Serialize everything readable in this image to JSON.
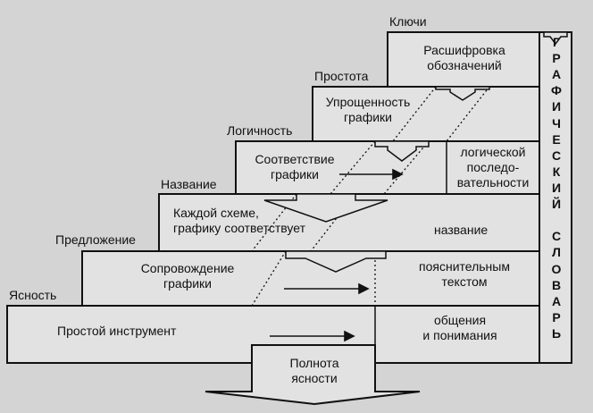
{
  "steps": {
    "level1": {
      "label": "Ясность",
      "left": "Простой инструмент",
      "right": [
        "общения",
        "и понимания"
      ]
    },
    "level2": {
      "label": "Предложение",
      "left": [
        "Сопровождение",
        "графики"
      ],
      "right": [
        "пояснительным",
        "текстом"
      ]
    },
    "level3": {
      "label": "Название",
      "left": [
        "Каждой схеме,",
        "графику соответствует"
      ],
      "right": "название"
    },
    "level4": {
      "label": "Логичность",
      "left": [
        "Соответствие",
        "графики"
      ],
      "right": [
        "логической",
        "последо-",
        "вательности"
      ]
    },
    "level5": {
      "label": "Простота",
      "left": [
        "Упрощенность",
        "графики"
      ]
    },
    "level6": {
      "label": "Ключи",
      "left": [
        "Расшифровка",
        "обозначений"
      ]
    }
  },
  "bottom": [
    "Полнота",
    "ясности"
  ],
  "vertical_title": "ГРАФИЧЕСКИЙ СЛОВАРЬ",
  "colors": {
    "fill": "#e2e2e2",
    "stroke": "#111111",
    "background": "#d4d4d4"
  }
}
